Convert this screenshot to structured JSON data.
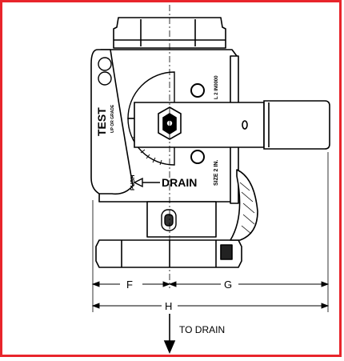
{
  "colors": {
    "border": "#e8252b",
    "line": "#000000",
    "background": "#ffffff"
  },
  "valve": {
    "test_label": "TEST",
    "test_sublabel": "UP OR GRADE",
    "drain_label": "DRAIN",
    "push_label": "PUSH",
    "size_label": "SIZE 2 IN.",
    "serial_label": "L 2 IN0000"
  },
  "dimensions": {
    "f": "F",
    "g": "G",
    "h": "H"
  },
  "flow": {
    "to_drain": "TO DRAIN"
  },
  "icons": [
    "drain-arrow-icon",
    "handle-pin-icon",
    "bolt-icon"
  ]
}
